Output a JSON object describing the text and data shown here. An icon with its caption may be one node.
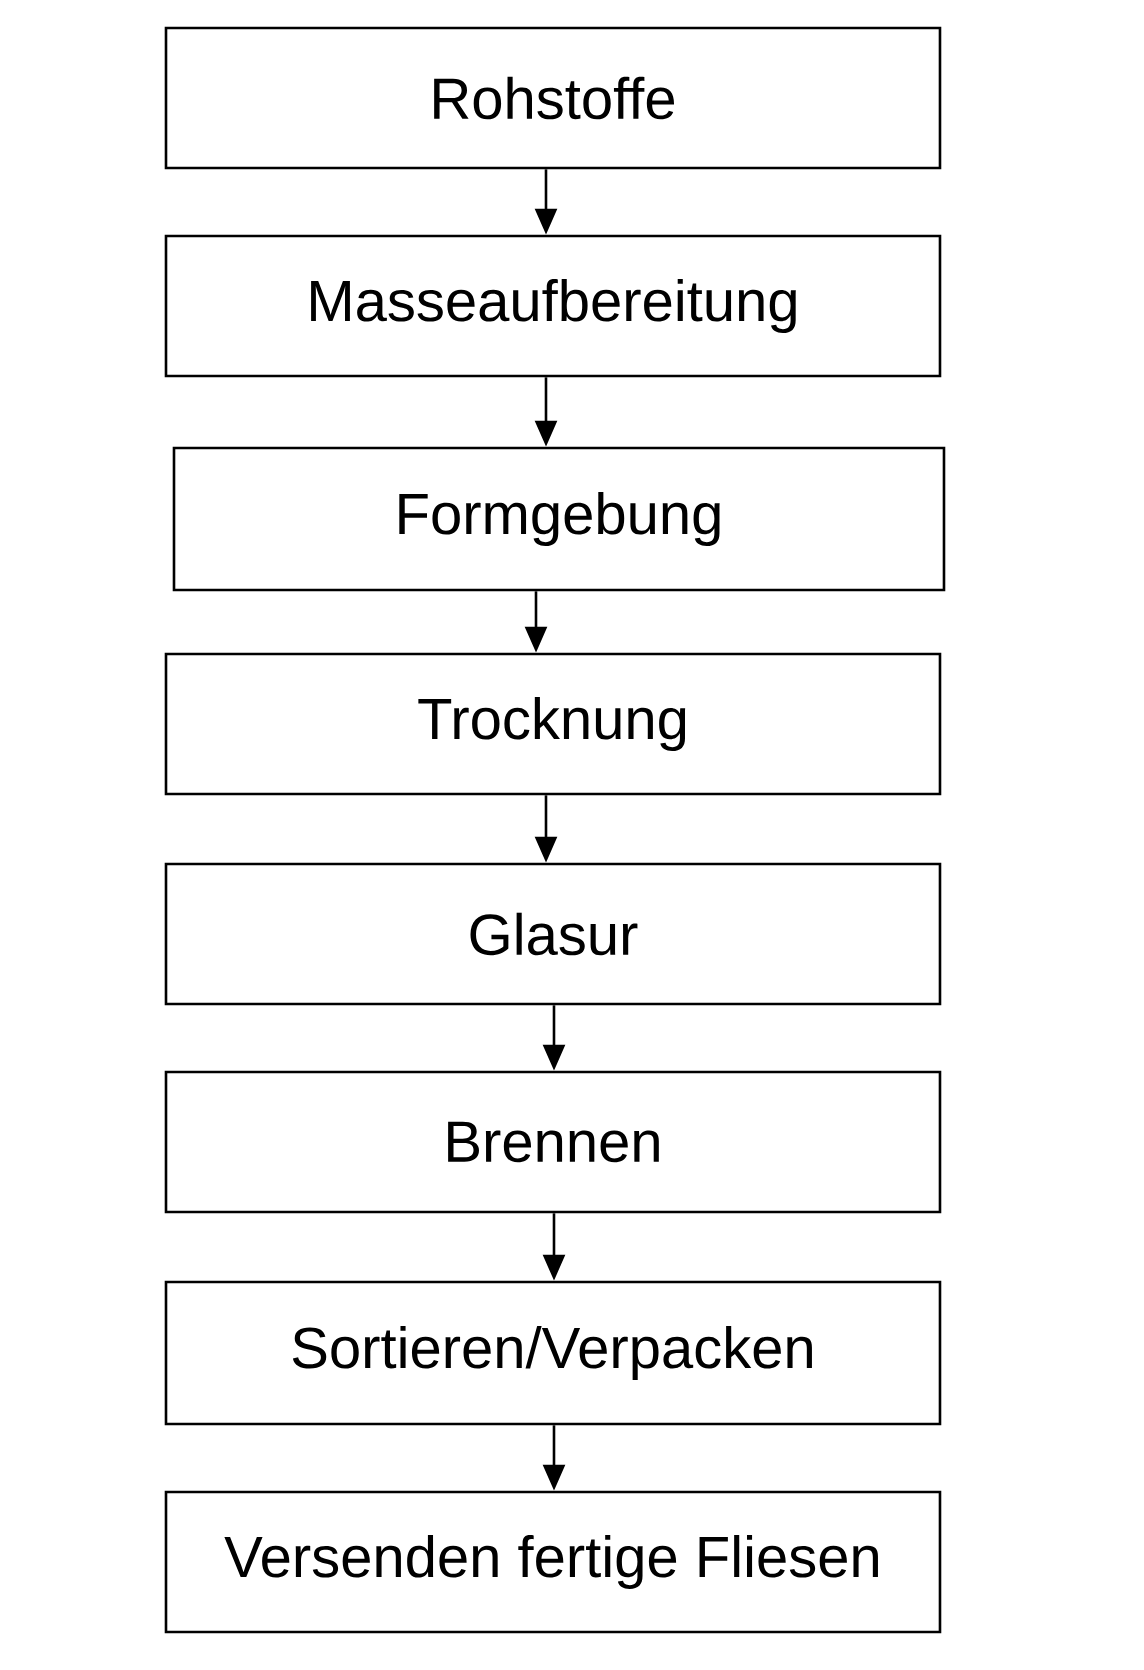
{
  "diagram": {
    "nodes": [
      {
        "text": [
          "Rohstoffe"
        ]
      },
      {
        "text": [
          "Masseaufbereitung"
        ]
      },
      {
        "text": [
          "Formgebung"
        ]
      },
      {
        "text": [
          "Trocknung"
        ]
      },
      {
        "text": [
          "Glasur"
        ]
      },
      {
        "text": [
          "Brennen"
        ]
      },
      {
        "text": [
          "Sortieren/Verpacken"
        ]
      },
      {
        "text": [
          "Versenden fertige Fliesen"
        ]
      }
    ],
    "edges": [
      {
        "from": 0,
        "to": 1,
        "arrow": "to"
      },
      {
        "from": 1,
        "to": 2,
        "arrow": "to"
      },
      {
        "from": 2,
        "to": 3,
        "arrow": "to"
      },
      {
        "from": 3,
        "to": 4,
        "arrow": "to"
      },
      {
        "from": 4,
        "to": 5,
        "arrow": "to"
      },
      {
        "from": 5,
        "to": 6,
        "arrow": "to"
      },
      {
        "from": 6,
        "to": 7,
        "arrow": "to"
      }
    ]
  }
}
